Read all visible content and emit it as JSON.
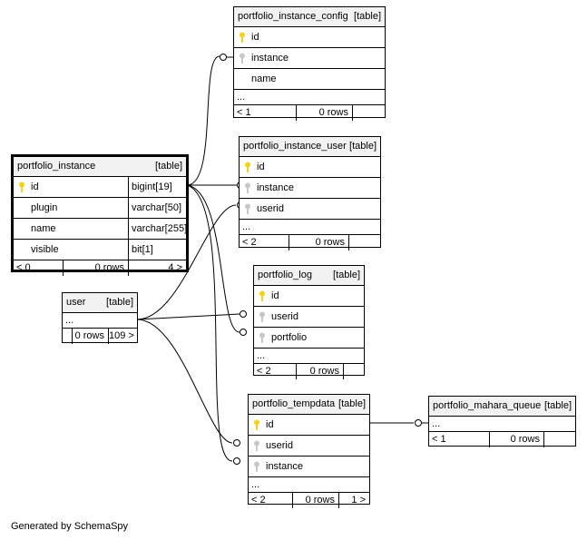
{
  "tables": {
    "portfolio_instance_config": {
      "name": "portfolio_instance_config",
      "type": "[table]",
      "columns": [
        "id",
        "instance",
        "name"
      ],
      "dots": "...",
      "footer": {
        "parents": "< 1",
        "rows": "0 rows",
        "children": ""
      }
    },
    "portfolio_instance": {
      "name": "portfolio_instance",
      "type": "[table]",
      "columns": [
        {
          "name": "id",
          "type": "bigint[19]"
        },
        {
          "name": "plugin",
          "type": "varchar[50]"
        },
        {
          "name": "name",
          "type": "varchar[255]"
        },
        {
          "name": "visible",
          "type": "bit[1]"
        }
      ],
      "footer": {
        "parents": "< 0",
        "rows": "0 rows",
        "children": "4 >"
      }
    },
    "portfolio_instance_user": {
      "name": "portfolio_instance_user",
      "type": "[table]",
      "columns": [
        "id",
        "instance",
        "userid"
      ],
      "dots": "...",
      "footer": {
        "parents": "< 2",
        "rows": "0 rows",
        "children": ""
      }
    },
    "user": {
      "name": "user",
      "type": "[table]",
      "dots": "...",
      "footer": {
        "parents": "",
        "rows": "0 rows",
        "children": "109 >"
      }
    },
    "portfolio_log": {
      "name": "portfolio_log",
      "type": "[table]",
      "columns": [
        "id",
        "userid",
        "portfolio"
      ],
      "dots": "...",
      "footer": {
        "parents": "< 2",
        "rows": "0 rows",
        "children": ""
      }
    },
    "portfolio_tempdata": {
      "name": "portfolio_tempdata",
      "type": "[table]",
      "columns": [
        "id",
        "userid",
        "instance"
      ],
      "dots": "...",
      "footer": {
        "parents": "< 2",
        "rows": "0 rows",
        "children": "1 >"
      }
    },
    "portfolio_mahara_queue": {
      "name": "portfolio_mahara_queue",
      "type": "[table]",
      "dots": "...",
      "footer": {
        "parents": "< 1",
        "rows": "0 rows",
        "children": ""
      }
    }
  },
  "colors": {
    "primary_key": "#f2d21b",
    "foreign_key": "#c8c8c8",
    "header_bg": "#f2f2f2"
  },
  "icons": {
    "primary_key": "key-icon",
    "foreign_key": "foreign-key-icon"
  },
  "footer_note": "Generated by SchemaSpy"
}
